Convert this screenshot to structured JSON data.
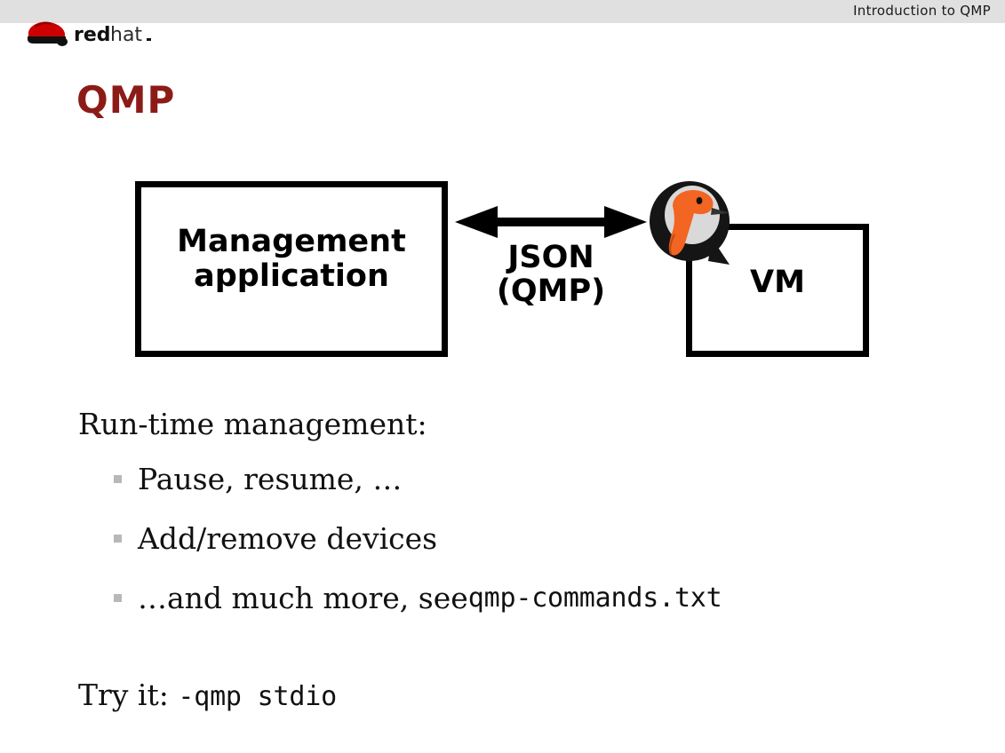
{
  "header": {
    "title": "Introduction to QMP",
    "bar_color": "#e0e0e0",
    "logo": {
      "name": "redhat-logo",
      "word_bold": "red",
      "word_light": "hat",
      "hat_color": "#cc0000"
    }
  },
  "slide": {
    "title": "QMP",
    "title_color": "#8c1b17",
    "background": "#ffffff"
  },
  "diagram": {
    "mgmt_box": {
      "label": "Management\napplication",
      "border_color": "#000000"
    },
    "arrow": {
      "name": "double-headed-arrow",
      "label": "JSON\n(QMP)",
      "color": "#000000"
    },
    "vm_box": {
      "label": "VM",
      "border_color": "#000000"
    },
    "qemu_logo": {
      "name": "qemu-logo",
      "circle_color": "#1a1a1a",
      "bird_color": "#f26522",
      "oval_color": "#d8d8d8"
    }
  },
  "body": {
    "intro": "Run-time management:",
    "bullets": [
      {
        "text": "Pause, resume, …",
        "mono": ""
      },
      {
        "text": "Add/remove devices",
        "mono": ""
      },
      {
        "text": "…and much more, see ",
        "mono": "qmp-commands.txt"
      }
    ],
    "bullet_marker_color": "#b8b8b8",
    "try_label": "Try it: ",
    "try_mono": "-qmp stdio"
  }
}
